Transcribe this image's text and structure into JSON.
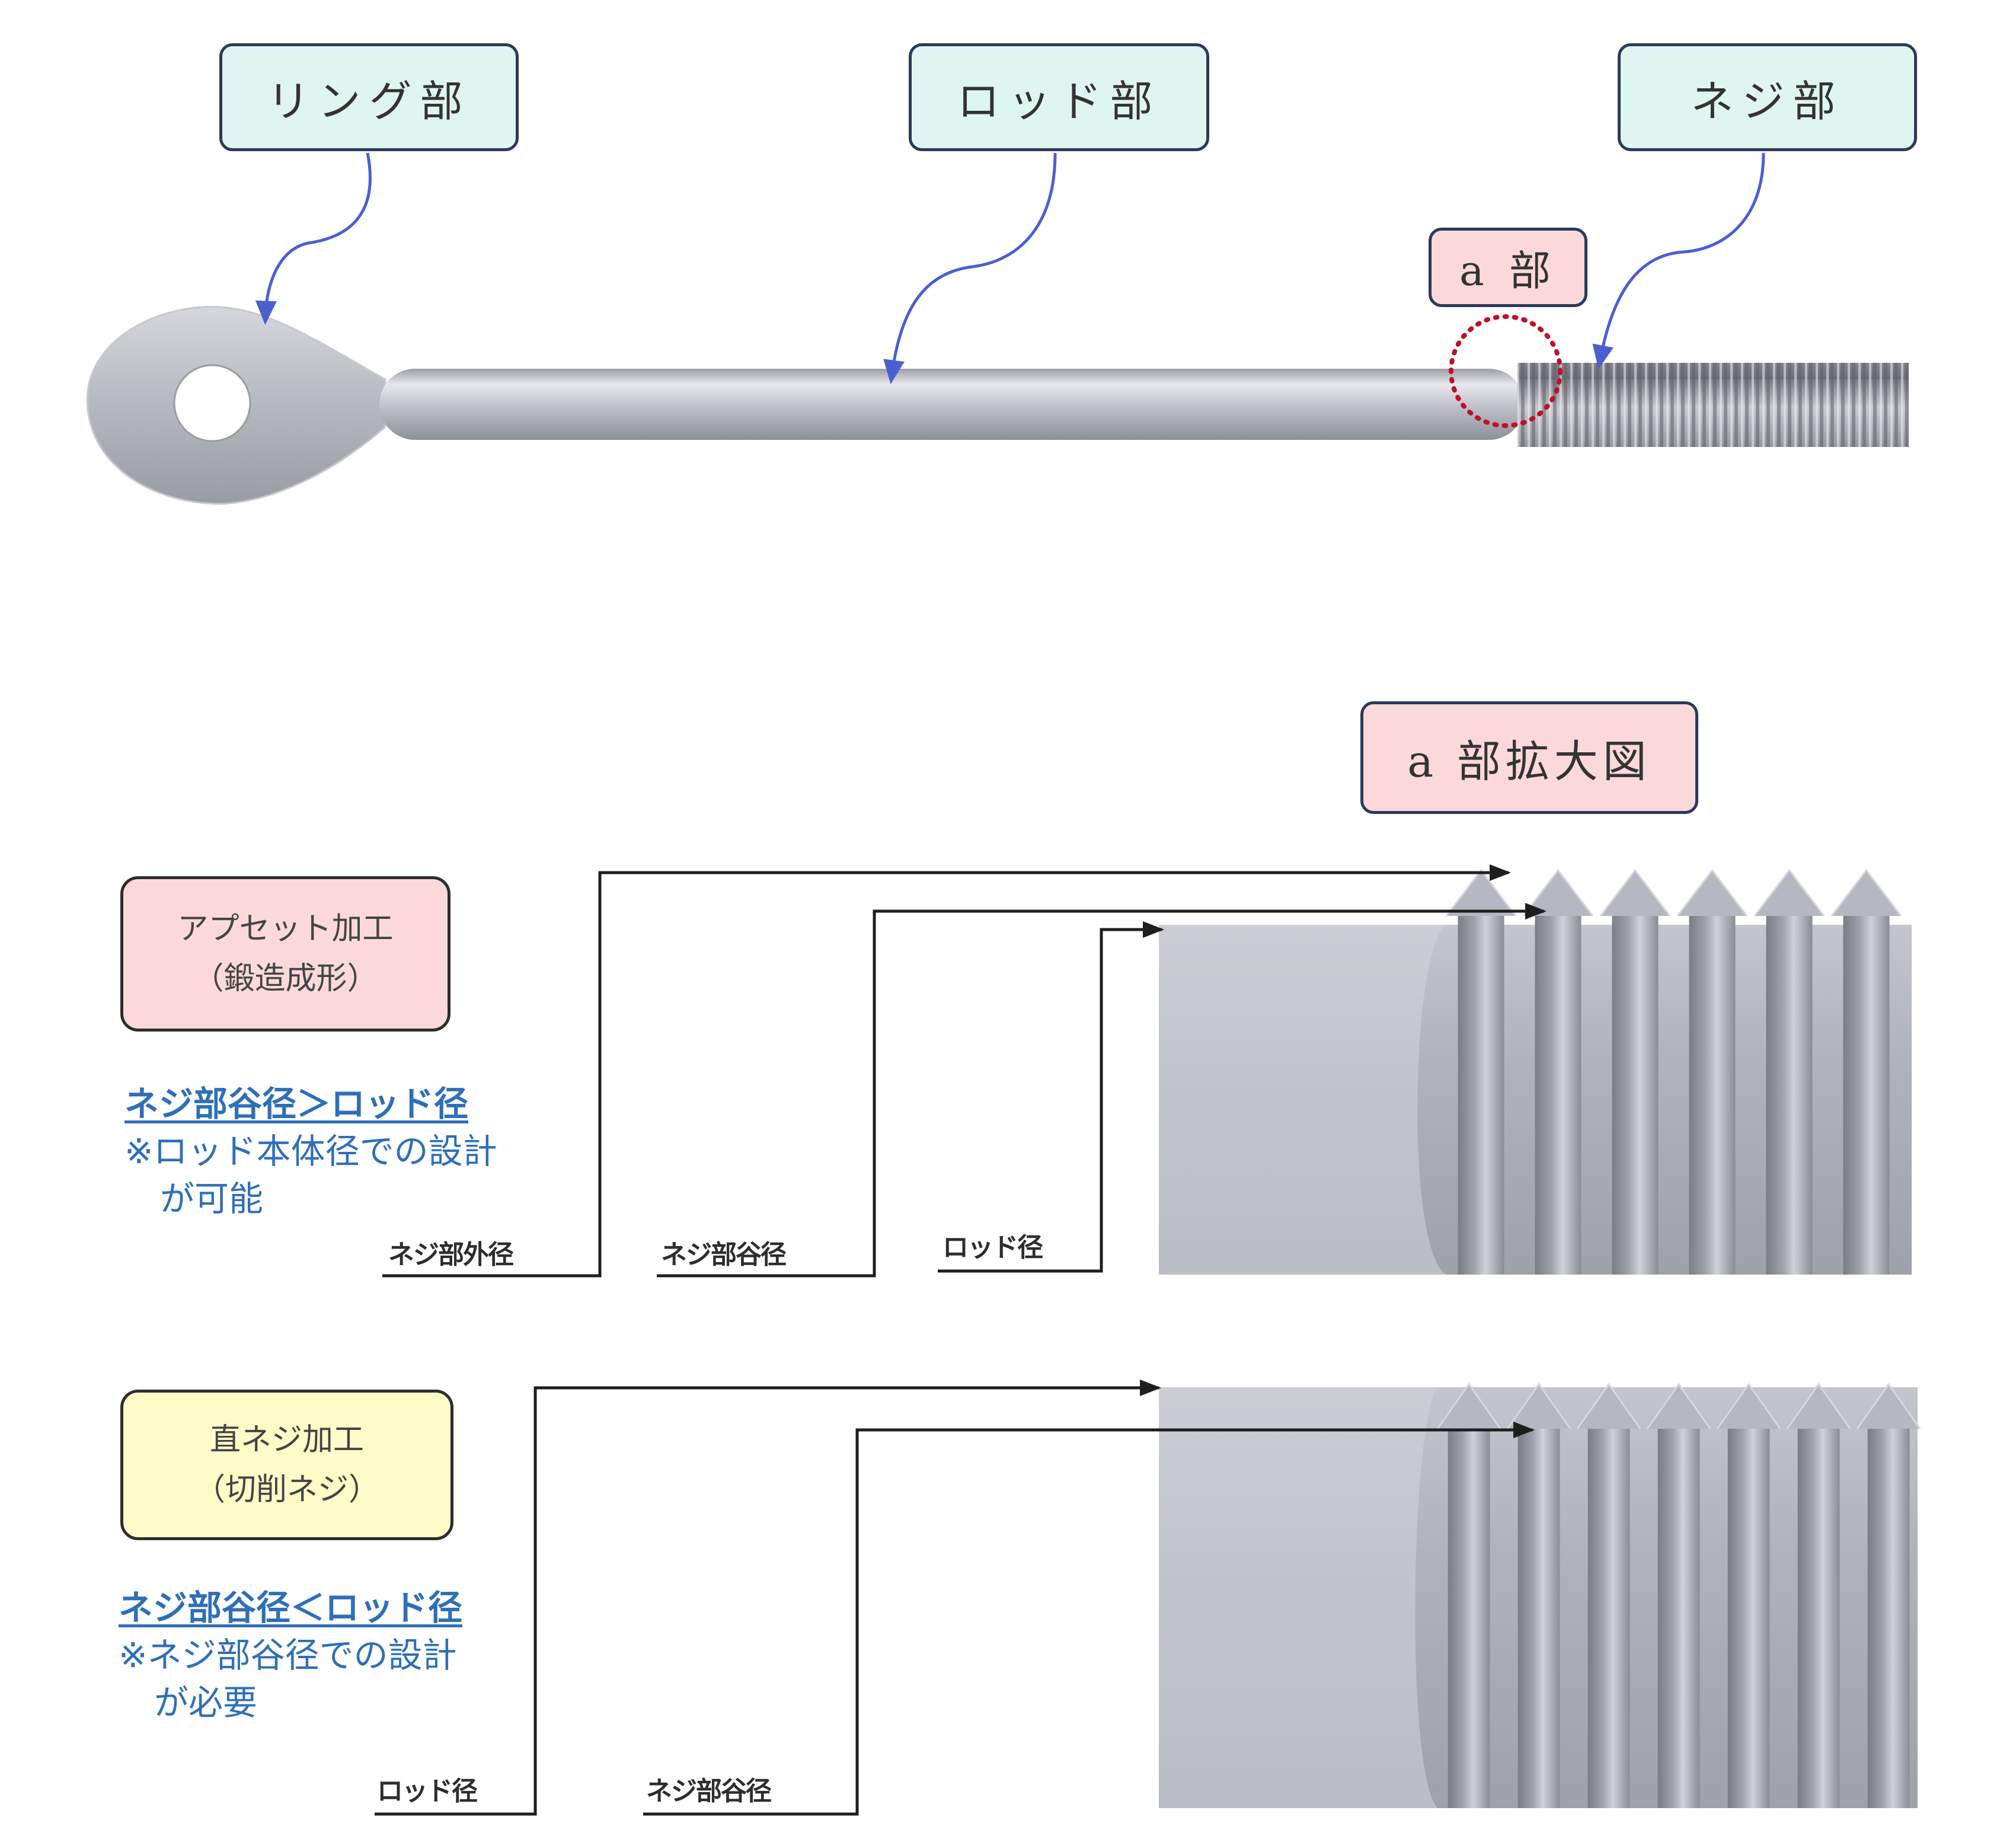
{
  "callouts": {
    "ring": "リング部",
    "rod": "ロッド部",
    "thread": "ネジ部",
    "a_part": "a 部",
    "a_part_enlarged": "a 部拡大図"
  },
  "upset": {
    "title_line1": "アプセット加工",
    "title_line2": "（鍛造成形）",
    "note_head": "ネジ部谷径＞ロッド径",
    "note_line1": "※ロッド本体径での設計",
    "note_line2": "が可能",
    "label_outer": "ネジ部外径",
    "label_root": "ネジ部谷径",
    "label_rod": "ロッド径"
  },
  "cut": {
    "title_line1": "直ネジ加工",
    "title_line2": "（切削ネジ）",
    "note_head": "ネジ部谷径＜ロッド径",
    "note_line1": "※ネジ部谷径での設計",
    "note_line2": "が必要",
    "label_rod": "ロッド径",
    "label_root": "ネジ部谷径"
  },
  "colors": {
    "callout_teal": "#dff6f0",
    "callout_pink": "#fbd9da",
    "box_yellow": "#fdfbc8",
    "arrow_blue": "#4a5fd0",
    "note_blue": "#2e6fb8",
    "marker_red": "#c0102a",
    "metal_gray": "#b4b6c0"
  }
}
